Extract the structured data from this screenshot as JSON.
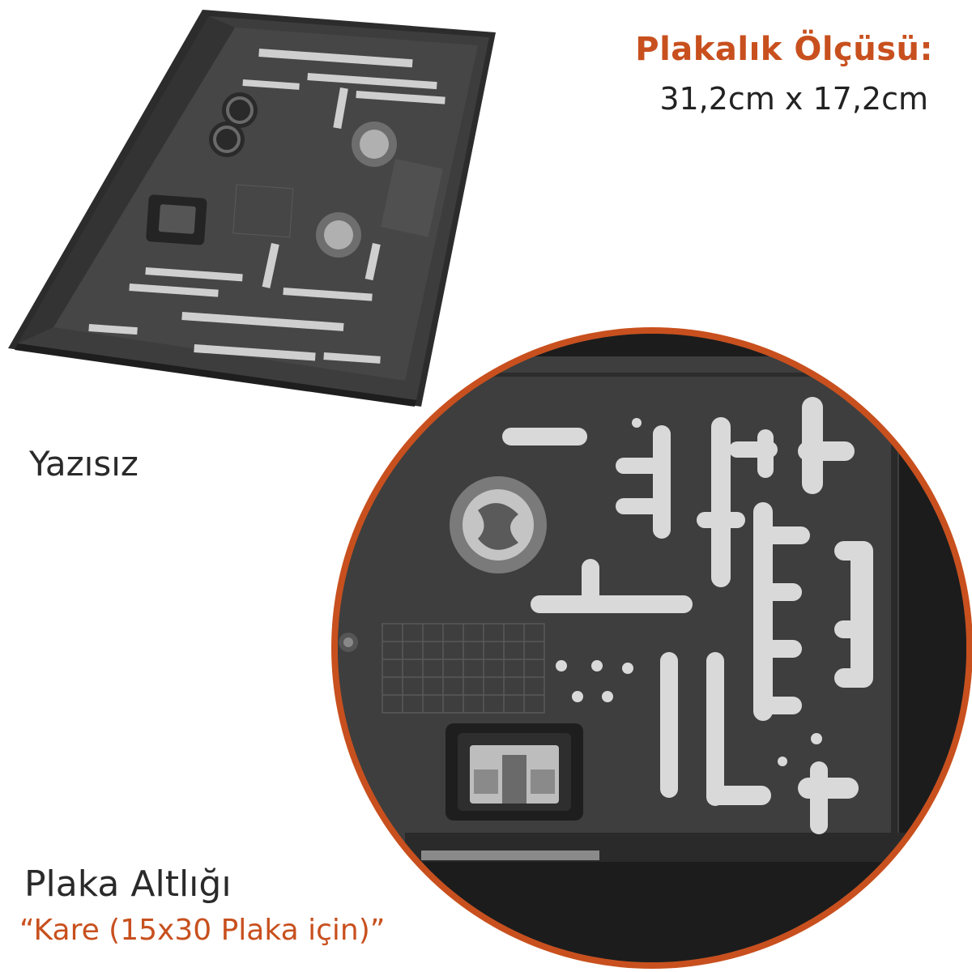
{
  "size": {
    "title": "Plakalık Ölçüsü:",
    "value": "31,2cm x 17,2cm"
  },
  "variant_label": "Yazısız",
  "product": {
    "name": "Plaka Altlığı",
    "subtitle": "“Kare (15x30 Plaka için)”"
  },
  "colors": {
    "accent": "#c8501e",
    "plastic": "#3a3a3a",
    "slot": "#d9d9d9"
  }
}
